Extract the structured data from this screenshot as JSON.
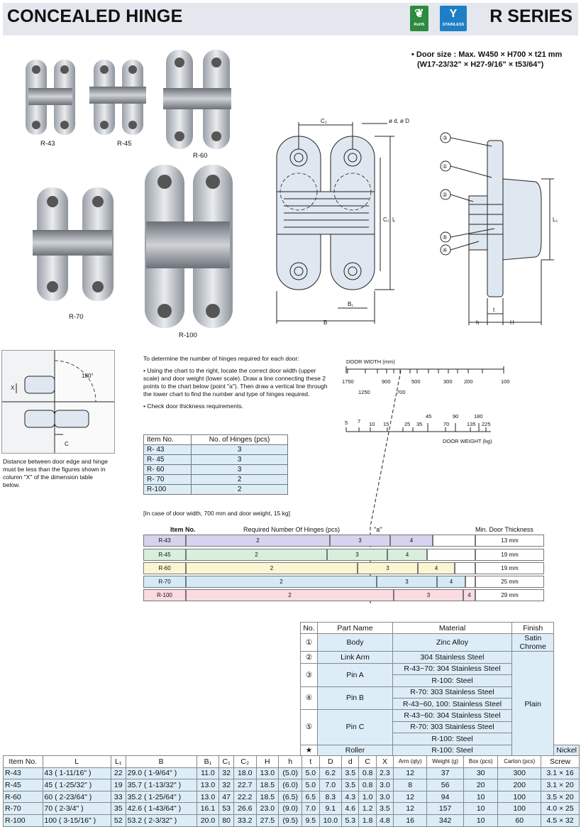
{
  "header": {
    "title": "CONCEALED HINGE",
    "series": "R SERIES",
    "badges": {
      "rohs": "RoHS",
      "stainless": "STAINLESS"
    }
  },
  "door_size": {
    "line1": "• Door size : Max. W450 × H700 × t21 mm",
    "line2": "(W17-23/32\" × H27-9/16\" × t53/64\")"
  },
  "photos": [
    "R-43",
    "R-45",
    "R-60",
    "R-70",
    "R-100"
  ],
  "drawing_labels": {
    "c2": "C₂",
    "d": "ø d, ø D",
    "c1": "C₁",
    "l": "L",
    "b1": "B₁",
    "b": "B",
    "t": "t",
    "h": "h",
    "H": "H",
    "l1": "L₁",
    "callouts": [
      "③",
      "①",
      "②",
      "⑤",
      "④"
    ]
  },
  "side_figure": {
    "x": "X",
    "c": "C",
    "angle": "180°"
  },
  "side_note": "Distance between door edge and hinge must be less than the figures shown in column \"X\" of the dimension table below.",
  "instructions": {
    "intro": "To determine the number of hinges required for each door:",
    "step1": "• Using the chart to the right, locate the correct door width (upper scale) and door weight (lower scale). Draw a line connecting these 2 points to the chart below (point \"a\"). Then draw a vertical line through the lower chart to find the number and type of hinges required.",
    "step2": "• Check door thickness requirements."
  },
  "hinge_table": {
    "headers": [
      "Item No.",
      "No. of Hinges (pcs)"
    ],
    "rows": [
      [
        "R- 43",
        "3"
      ],
      [
        "R- 45",
        "3"
      ],
      [
        "R- 60",
        "3"
      ],
      [
        "R- 70",
        "2"
      ],
      [
        "R-100",
        "2"
      ]
    ]
  },
  "example_note": "[In case of door width, 700 mm and door weight, 15 kg]",
  "scales": {
    "width_label": "DOOR WIDTH (mm)",
    "width_upper": [
      "1750",
      "900",
      "500",
      "300",
      "200",
      "100"
    ],
    "width_lower": [
      "1250",
      "700"
    ],
    "weight_label": "DOOR WEIGHT (kg)",
    "weight_upper": [
      "45",
      "90",
      "180"
    ],
    "weight_lower": [
      "5",
      "7",
      "10",
      "15",
      "25",
      "35",
      "70",
      "135",
      "225"
    ]
  },
  "req_chart": {
    "headers": {
      "item": "Item No.",
      "required": "Required Number Of Hinges (pcs)",
      "a": "\"a\"",
      "min": "Min. Door Thickness"
    },
    "rows": [
      {
        "item": "R-43",
        "color": "#d6d3ee",
        "cells": [
          "2",
          "3",
          "4"
        ],
        "thickness": "13 mm"
      },
      {
        "item": "R-45",
        "color": "#daeedd",
        "cells": [
          "2",
          "3",
          "4"
        ],
        "thickness": "19 mm"
      },
      {
        "item": "R-60",
        "color": "#fbf6d2",
        "cells": [
          "2",
          "3",
          "4"
        ],
        "thickness": "19 mm"
      },
      {
        "item": "R-70",
        "color": "#d4ebf6",
        "cells": [
          "2",
          "3",
          "4"
        ],
        "thickness": "25 mm"
      },
      {
        "item": "R-100",
        "color": "#fadbe2",
        "cells": [
          "2",
          "3",
          "4"
        ],
        "thickness": "29 mm"
      }
    ]
  },
  "parts": {
    "headers": [
      "No.",
      "Part Name",
      "Material",
      "Finish"
    ],
    "body": {
      "no": "①",
      "name": "Body",
      "material": "Zinc Alloy",
      "finish": "Satin Chrome"
    },
    "link_arm": {
      "no": "②",
      "name": "Link Arm",
      "material": "304 Stainless Steel"
    },
    "pin_a": {
      "no": "③",
      "name": "Pin A",
      "materials": [
        "R-43~70: 304 Stainless Steel",
        "R-100: Steel"
      ]
    },
    "pin_b": {
      "no": "④",
      "name": "Pin B",
      "materials": [
        "R-70: 303 Stainless Steel",
        "R-43~60, 100: Stainless Steel"
      ]
    },
    "pin_c": {
      "no": "⑤",
      "name": "Pin C",
      "materials": [
        "R-43~60: 304 Stainless Steel",
        "R-70: 303 Stainless Steel",
        "R-100: Steel"
      ]
    },
    "plain": "Plain",
    "roller": {
      "no": "★",
      "name": "Roller",
      "material": "R-100: Steel",
      "finish": "Nickel"
    }
  },
  "dim_table": {
    "headers": [
      "Item No.",
      "L",
      "L₁",
      "B",
      "B₁",
      "C₁",
      "C₂",
      "H",
      "h",
      "t",
      "D",
      "d",
      "C",
      "X",
      "Arm (qty)",
      "Weight (g)",
      "Box (pcs)",
      "Carton (pcs)",
      "Screw"
    ],
    "rows": [
      [
        "R-43",
        "43 ( 1-11/16\" )",
        "22",
        "29.0 ( 1-9/64\" )",
        "11.0",
        "32",
        "18.0",
        "13.0",
        "(5.0)",
        "5.0",
        "6.2",
        "3.5",
        "0.8",
        "2.3",
        "12",
        "37",
        "30",
        "300",
        "3.1 × 16"
      ],
      [
        "R-45",
        "45 ( 1-25/32\" )",
        "19",
        "35.7 ( 1-13/32\" )",
        "13.0",
        "32",
        "22.7",
        "18.5",
        "(6.0)",
        "5.0",
        "7.0",
        "3.5",
        "0.8",
        "3.0",
        "8",
        "56",
        "20",
        "200",
        "3.1 × 20"
      ],
      [
        "R-60",
        "60 ( 2-23/64\" )",
        "33",
        "35.2 ( 1-25/64\" )",
        "13.0",
        "47",
        "22.2",
        "18.5",
        "(6.5)",
        "6.5",
        "8.3",
        "4.3",
        "1.0",
        "3.0",
        "12",
        "94",
        "10",
        "100",
        "3.5 × 20"
      ],
      [
        "R-70",
        "70 (  2-3/4\" )",
        "35",
        "42.6 ( 1-43/64\" )",
        "16.1",
        "53",
        "26.6",
        "23.0",
        "(9.0)",
        "7.0",
        "9.1",
        "4.6",
        "1.2",
        "3.5",
        "12",
        "157",
        "10",
        "100",
        "4.0 × 25"
      ],
      [
        "R-100",
        "100 ( 3-15/16\" )",
        "52",
        "53.2 ( 2-3/32\" )",
        "20.0",
        "80",
        "33.2",
        "27.5",
        "(9.5)",
        "9.5",
        "10.0",
        "5.3",
        "1.8",
        "4.8",
        "16",
        "342",
        "10",
        "60",
        "4.5 × 32"
      ]
    ]
  }
}
